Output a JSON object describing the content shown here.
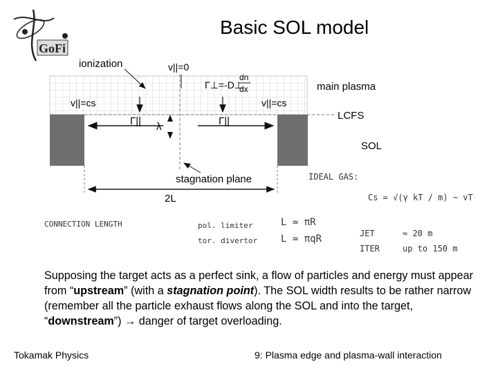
{
  "slide": {
    "title": "Basic SOL model",
    "logo_text": "GoFi"
  },
  "diagram": {
    "labels": {
      "ionization": "ionization",
      "v_parallel_zero": "v||=0",
      "flux_perp": "Γ⊥=-D⊥",
      "dn": "dn",
      "dx": "dx",
      "main_plasma": "main plasma",
      "v_cs_left": "v||=cs",
      "v_cs_right": "v||=cs",
      "lcfs": "LCFS",
      "gamma_left": "Γ||",
      "lambda": "λ",
      "gamma_right": "Γ||",
      "sol": "SOL",
      "stagnation_plane": "stagnation plane",
      "two_l": "2L"
    },
    "handwriting": {
      "ideal_gas": "IDEAL GAS:",
      "cs_formula": "Cs = √(γ kT / m)  ~  vT",
      "connection_length": "CONNECTION LENGTH",
      "pol_limiter": "pol. limiter",
      "tor_divertor": "tor. divertor",
      "l_pi_r": "L ≃ πR",
      "l_pi_qr": "L ≃ πqR",
      "jet": "JET",
      "jet_value": "≈ 20 m",
      "iter": "ITER",
      "iter_value": "up to 150 m"
    }
  },
  "text": {
    "p1": "Supposing the target acts as a perfect sink, a flow of particles and energy must appear from “",
    "upstream": "upstream",
    "p2": "” (with a ",
    "stagnation_point": "stagnation point",
    "p3": "). The SOL width results to be rather narrow (remember all the particle exhaust flows along the SOL and into the target, “",
    "downstream": "downstream",
    "p4": "”) ",
    "arrow": "→",
    "p5": " danger of target overloading."
  },
  "footer": {
    "left": "Tokamak Physics",
    "right": "9: Plasma edge and plasma-wall interaction"
  }
}
